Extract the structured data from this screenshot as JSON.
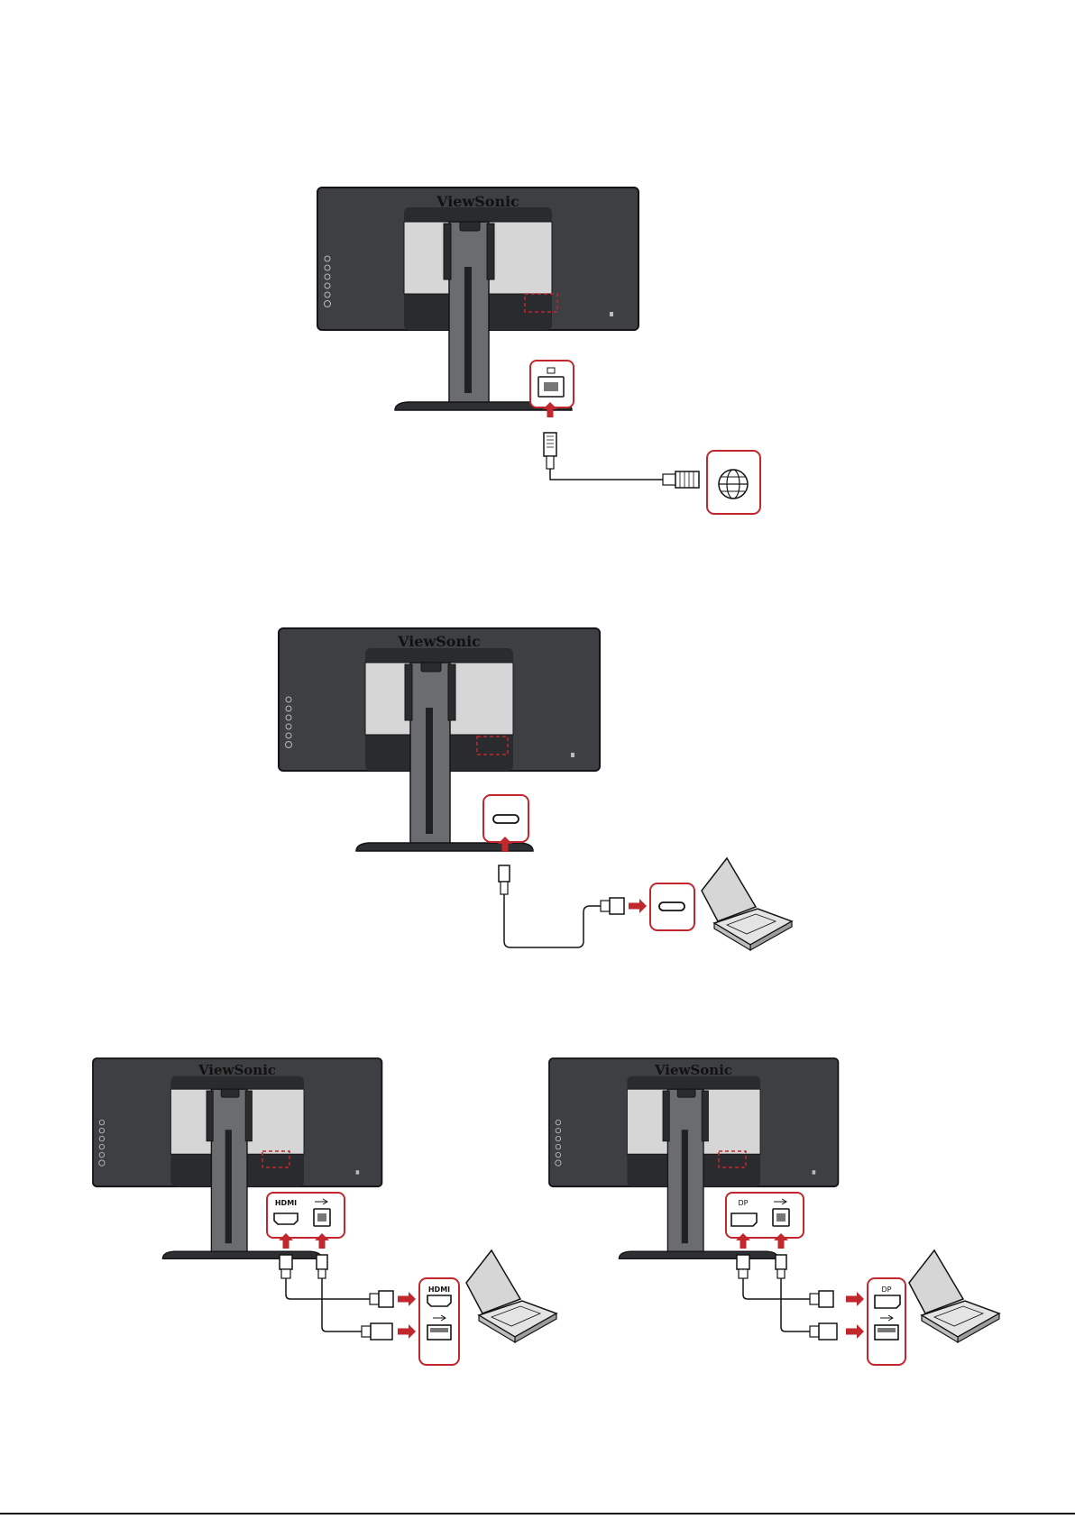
{
  "brand_label": "ViewSonic",
  "port_labels": {
    "hdmi": "HDMI",
    "dp": "DP"
  },
  "icons": [
    "ethernet-port-icon",
    "globe-icon",
    "usb-c-port-icon",
    "laptop-icon",
    "hdmi-port-icon",
    "usb-b-port-icon",
    "usb-a-port-icon",
    "displayport-icon",
    "connection-arrow-icon",
    "cable-plug-icon"
  ],
  "colors": {
    "accent_red": "#c1272d",
    "monitor_dark": "#3e3f42",
    "monitor_panel": "#d3d3d3",
    "stand": "#6b6c70",
    "outline": "#141414"
  }
}
